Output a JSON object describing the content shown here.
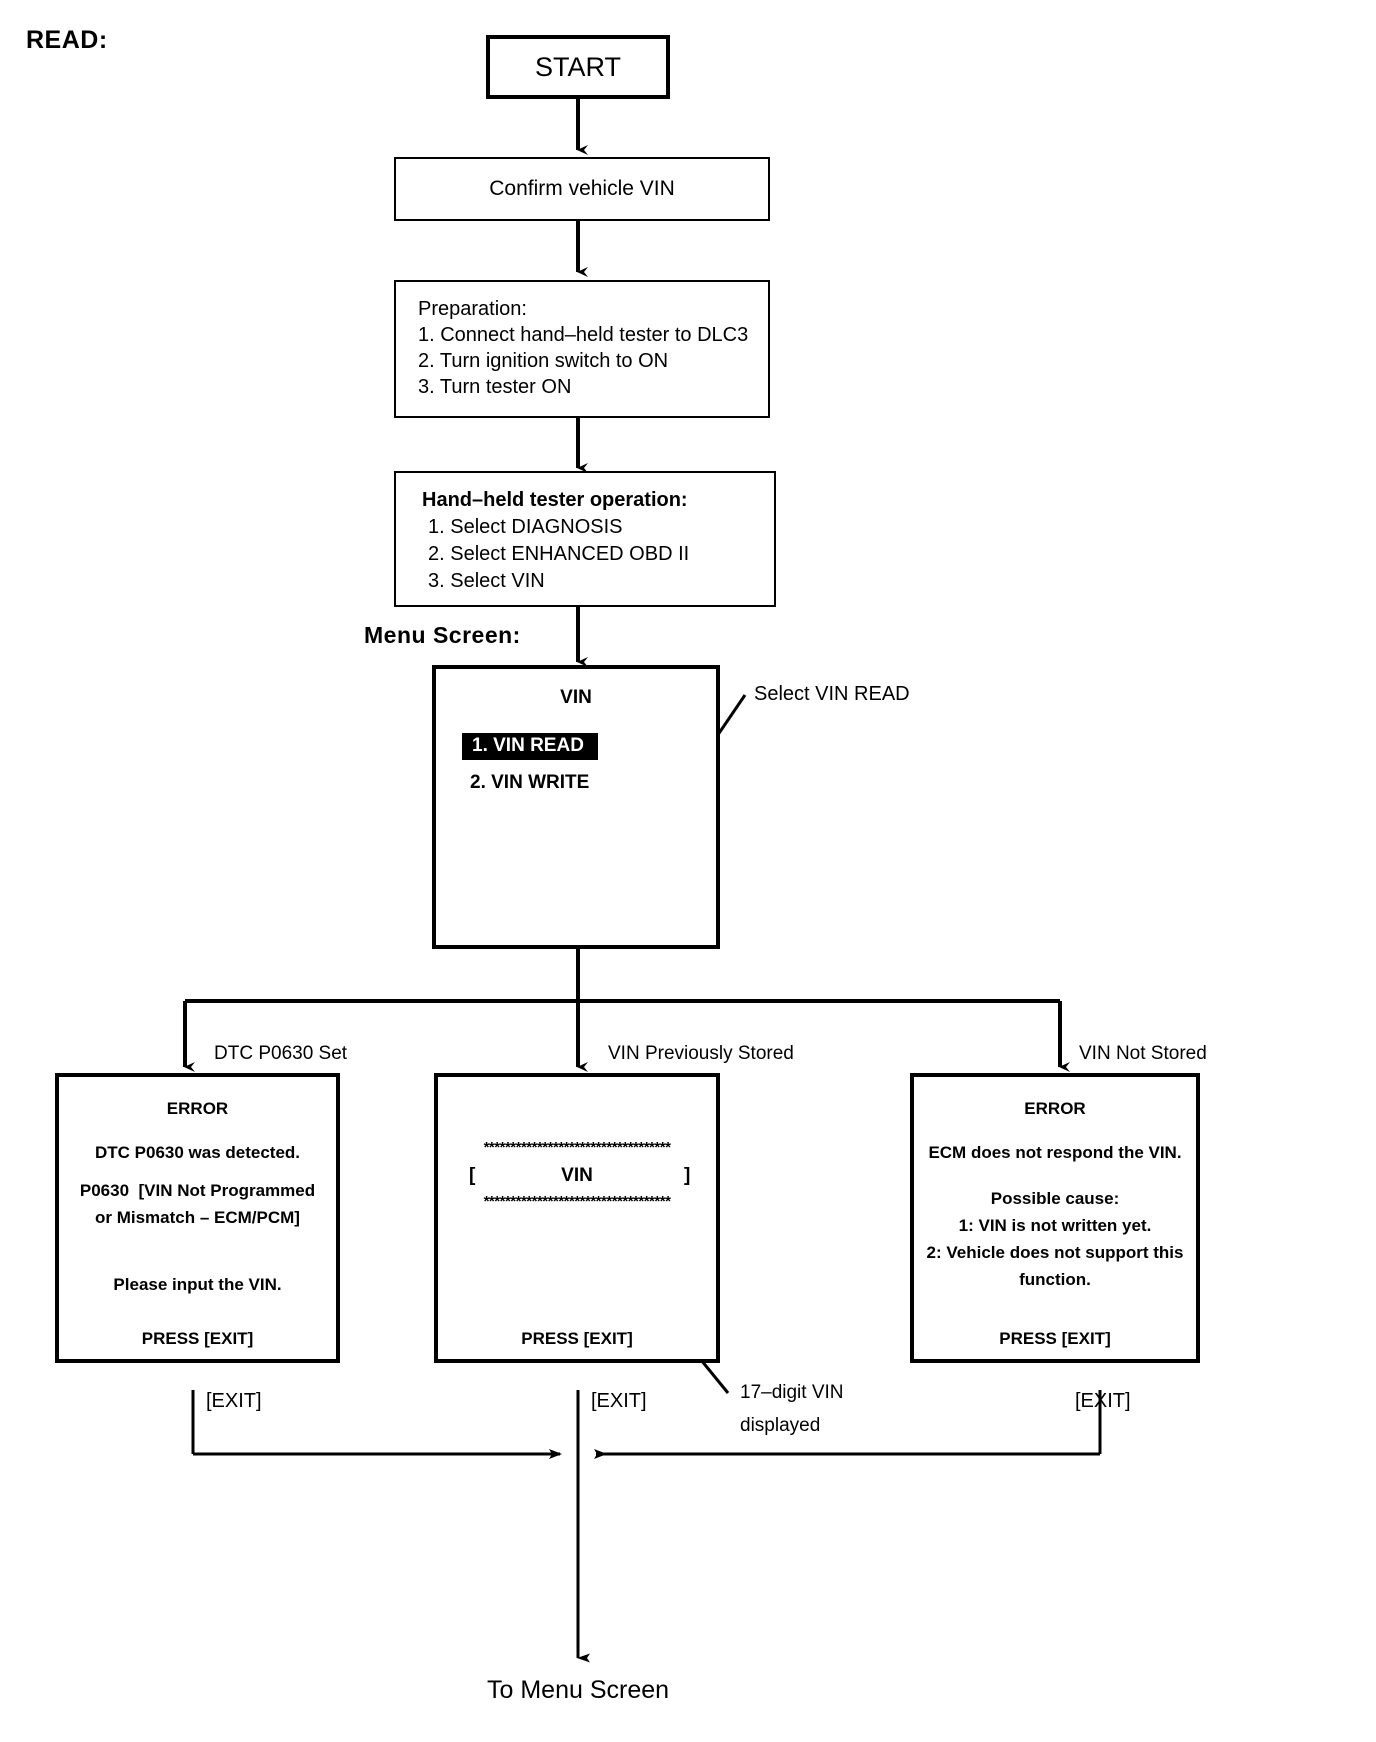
{
  "title": "READ:",
  "nodes": {
    "start": {
      "label": "START"
    },
    "confirm_vin": {
      "label": "Confirm vehicle VIN"
    },
    "preparation": {
      "heading": "Preparation:",
      "steps": [
        "1. Connect hand–held tester to DLC3",
        "2. Turn ignition switch to ON",
        "3. Turn tester ON"
      ]
    },
    "tester_operation": {
      "heading": "Hand–held tester operation:",
      "steps": [
        "1. Select DIAGNOSIS",
        "2. Select ENHANCED OBD II",
        "3. Select VIN"
      ]
    },
    "menu_screen": {
      "caption": "Menu Screen:",
      "screen_title": "VIN",
      "items": [
        {
          "label": "1. VIN READ",
          "highlighted": true
        },
        {
          "label": "2. VIN WRITE",
          "highlighted": false
        }
      ],
      "callout": "Select VIN READ"
    },
    "branch_labels": {
      "left": "DTC P0630 Set",
      "middle": "VIN Previously Stored",
      "right": "VIN Not Stored"
    },
    "error_dtc": {
      "heading": "ERROR",
      "lines": [
        "DTC P0630 was detected.",
        "P0630  [VIN Not Programmed",
        "or Mismatch – ECM/PCM]",
        "Please input the VIN."
      ],
      "footer": "PRESS [EXIT]"
    },
    "vin_stored": {
      "stars_top": "***********************************",
      "bracket_open": "[",
      "vin_text": "VIN",
      "bracket_close": "]",
      "stars_bottom": "***********************************",
      "footer": "PRESS [EXIT]",
      "callout_line1": "17–digit VIN",
      "callout_line2": "displayed"
    },
    "error_no_vin": {
      "heading": "ERROR",
      "lines": [
        "ECM does not respond the VIN.",
        "Possible cause:",
        "1: VIN is not written yet.",
        "2: Vehicle does not support this",
        "function."
      ],
      "footer": "PRESS [EXIT]"
    },
    "exit_labels": {
      "left": "[EXIT]",
      "middle": "[EXIT]",
      "right": "[EXIT]"
    },
    "end": {
      "label": "To Menu Screen"
    }
  },
  "colors": {
    "stroke": "#000000",
    "background": "#ffffff",
    "highlight_bg": "#000000",
    "highlight_fg": "#ffffff"
  }
}
